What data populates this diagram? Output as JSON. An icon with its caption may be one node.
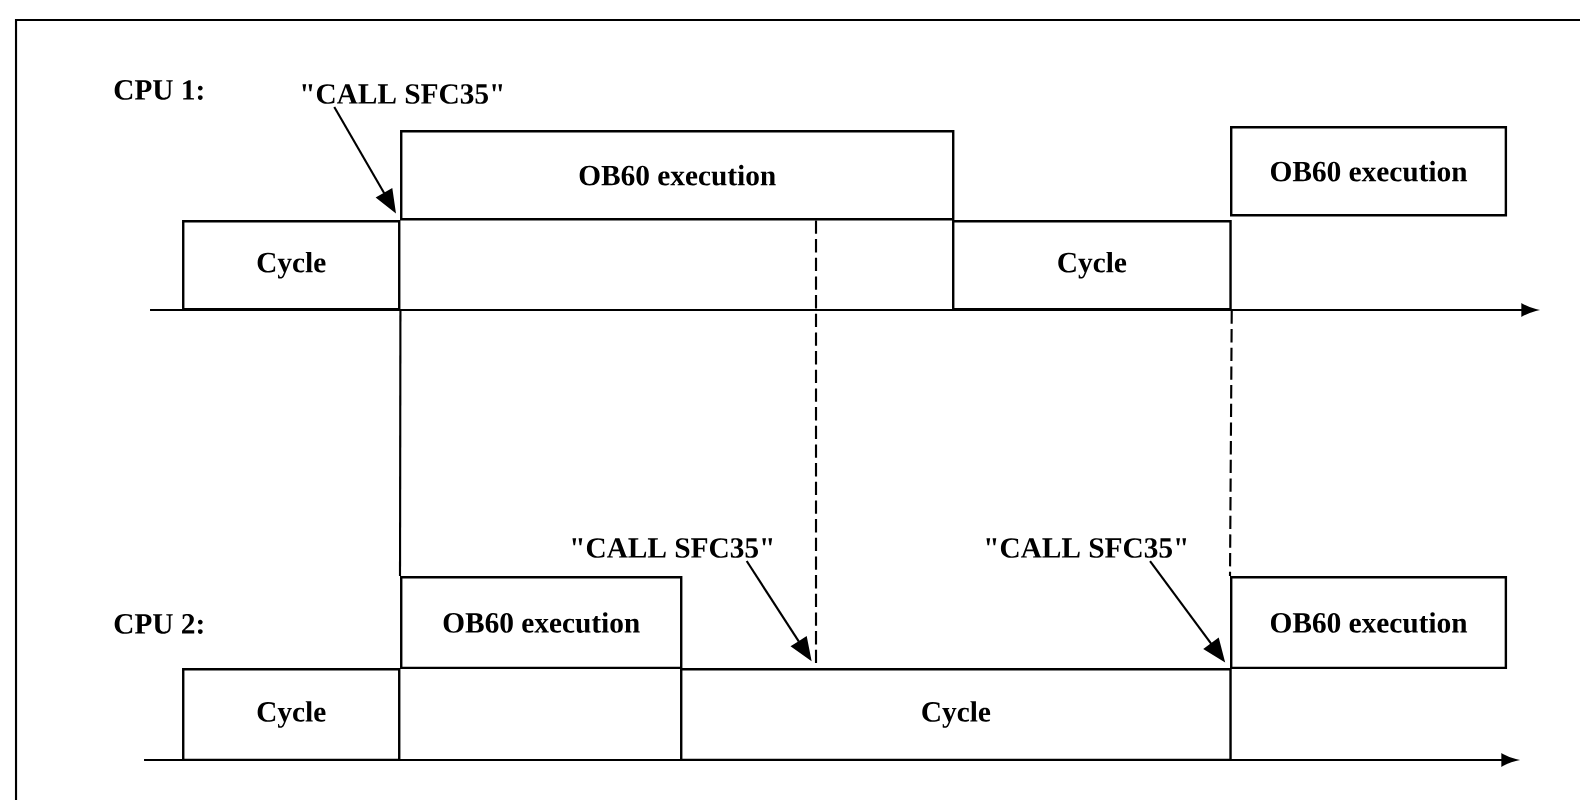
{
  "diagram": {
    "nodes": [
      {
        "text": [
          "\"CALL SFC35\""
        ]
      },
      {
        "text": [
          "OB60 execution"
        ]
      },
      {
        "text": [
          "OB60 execution"
        ]
      },
      {
        "text": [
          "Cycle"
        ]
      },
      {
        "text": [
          "Cycle"
        ]
      },
      {
        "text": [
          "\"CALL SFC35\""
        ]
      },
      {
        "text": [
          "\"CALL SFC35\""
        ]
      },
      {
        "text": [
          "OB60 execution"
        ]
      },
      {
        "text": [
          "OB60 execution"
        ]
      },
      {
        "text": [
          "Cycle"
        ]
      },
      {
        "text": [
          "Cycle"
        ]
      }
    ],
    "edges": [
      {
        "from": 0,
        "to": 1,
        "arrow": "to"
      },
      {
        "from": 5,
        "to": 10,
        "arrow": "to"
      },
      {
        "from": 6,
        "to": 8,
        "arrow": "to"
      },
      {
        "from": 3,
        "to": 7,
        "arrow": "none"
      },
      {
        "from": 1,
        "to": 10,
        "arrow": "none",
        "style": "dashed"
      },
      {
        "from": 4,
        "to": 8,
        "arrow": "none",
        "style": "dashed"
      }
    ],
    "labels": [
      "CPU 1:",
      "CPU 2:"
    ]
  }
}
